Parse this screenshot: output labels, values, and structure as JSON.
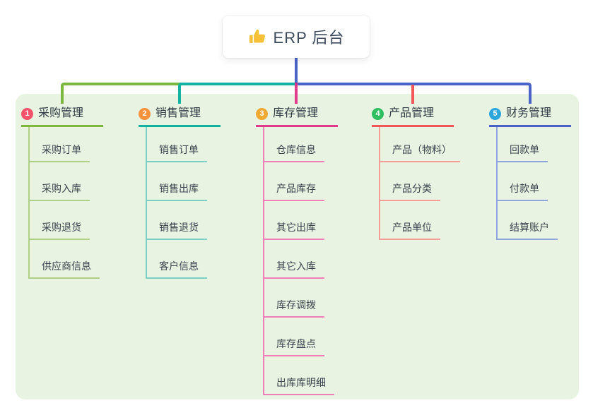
{
  "root": {
    "label": "ERP 后台",
    "icon": "thumbs-up-icon",
    "icon_color": "#f7c137",
    "line_color": "#4a63c8"
  },
  "canvas": {
    "panel_background": "#e8f4e1"
  },
  "branches": [
    {
      "num": "1",
      "label": "采购管理",
      "badge_color": "#f4536b",
      "line_color": "#7db83e",
      "child_line_color": "#aed185",
      "children": [
        "采购订单",
        "采购入库",
        "采购退货",
        "供应商信息"
      ]
    },
    {
      "num": "2",
      "label": "销售管理",
      "badge_color": "#f8913b",
      "line_color": "#13b3a2",
      "child_line_color": "#7ad0c5",
      "children": [
        "销售订单",
        "销售出库",
        "销售退货",
        "客户信息"
      ]
    },
    {
      "num": "3",
      "label": "库存管理",
      "badge_color": "#f0a832",
      "line_color": "#e23a8c",
      "child_line_color": "#f07fb8",
      "children": [
        "仓库信息",
        "产品库存",
        "其它出库",
        "其它入库",
        "库存调拨",
        "库存盘点",
        "出库库明细"
      ]
    },
    {
      "num": "4",
      "label": "产品管理",
      "badge_color": "#2ebd5f",
      "line_color": "#f25858",
      "child_line_color": "#f79d97",
      "children": [
        "产品（物料）",
        "产品分类",
        "产品单位"
      ]
    },
    {
      "num": "5",
      "label": "财务管理",
      "badge_color": "#2ba6dd",
      "line_color": "#4a63c8",
      "child_line_color": "#8ea6dd",
      "children": [
        "回款单",
        "付款单",
        "结算账户"
      ]
    }
  ]
}
